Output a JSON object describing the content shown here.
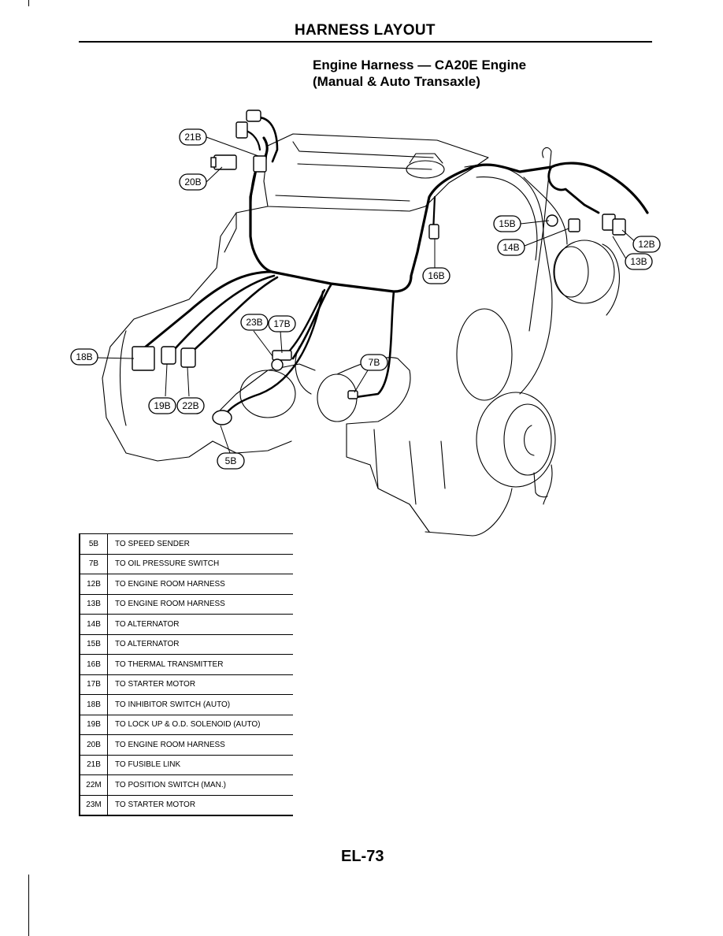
{
  "header": {
    "title": "HARNESS LAYOUT"
  },
  "subtitle": {
    "line1": "Engine Harness — CA20E Engine",
    "line2": "(Manual & Auto Transaxle)"
  },
  "callouts": {
    "c21b": "21B",
    "c20b": "20B",
    "c15b": "15B",
    "c14b": "14B",
    "c12b": "12B",
    "c13b": "13B",
    "c16b": "16B",
    "c23b": "23B",
    "c17b": "17B",
    "c18b": "18B",
    "c7b": "7B",
    "c19b": "19B",
    "c22b": "22B",
    "c5b": "5B"
  },
  "legend": [
    {
      "code": "5B",
      "desc": "TO SPEED SENDER"
    },
    {
      "code": "7B",
      "desc": "TO OIL PRESSURE SWITCH"
    },
    {
      "code": "12B",
      "desc": "TO ENGINE ROOM HARNESS"
    },
    {
      "code": "13B",
      "desc": "TO ENGINE ROOM HARNESS"
    },
    {
      "code": "14B",
      "desc": "TO ALTERNATOR"
    },
    {
      "code": "15B",
      "desc": "TO ALTERNATOR"
    },
    {
      "code": "16B",
      "desc": "TO THERMAL TRANSMITTER"
    },
    {
      "code": "17B",
      "desc": "TO STARTER MOTOR"
    },
    {
      "code": "18B",
      "desc": "TO INHIBITOR SWITCH (AUTO)"
    },
    {
      "code": "19B",
      "desc": "TO LOCK UP & O.D. SOLENOID (AUTO)"
    },
    {
      "code": "20B",
      "desc": "TO ENGINE ROOM HARNESS"
    },
    {
      "code": "21B",
      "desc": "TO FUSIBLE LINK"
    },
    {
      "code": "22M",
      "desc": "TO POSITION SWITCH (MAN.)"
    },
    {
      "code": "23M",
      "desc": "TO STARTER MOTOR"
    }
  ],
  "footer": {
    "page_number": "EL-73"
  }
}
